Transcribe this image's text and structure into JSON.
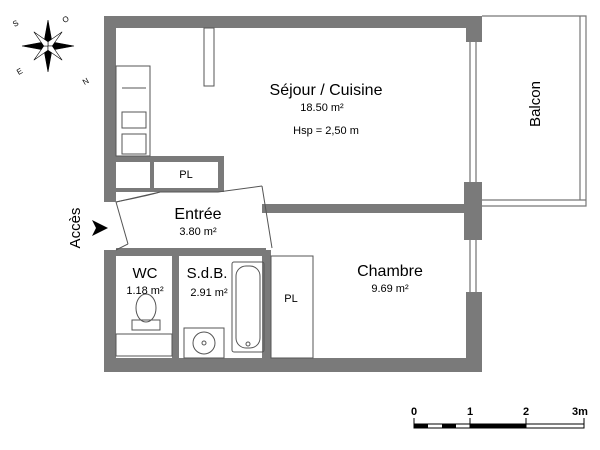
{
  "plan": {
    "rooms": {
      "sejour": {
        "name": "Séjour / Cuisine",
        "area": "18.50 m²",
        "hsp": "Hsp =  2,50 m"
      },
      "balcon": {
        "name": "Balcon"
      },
      "entree": {
        "name": "Entrée",
        "area": "3.80 m²"
      },
      "wc": {
        "name": "WC",
        "area": "1.18 m²"
      },
      "sdb": {
        "name": "S.d.B.",
        "area": "2.91 m²"
      },
      "chambre": {
        "name": "Chambre",
        "area": "9.69 m²"
      }
    },
    "closets": {
      "pl_entree": "PL",
      "pl_chambre": "PL"
    },
    "access_label": "Accès",
    "compass": {
      "n": "N",
      "s": "S",
      "e": "E",
      "o": "O"
    },
    "scale": {
      "labels": [
        "0",
        "1",
        "2",
        "3m"
      ]
    }
  },
  "colors": {
    "wall": "#7a7a7a",
    "line": "#333333",
    "bg": "#ffffff"
  }
}
